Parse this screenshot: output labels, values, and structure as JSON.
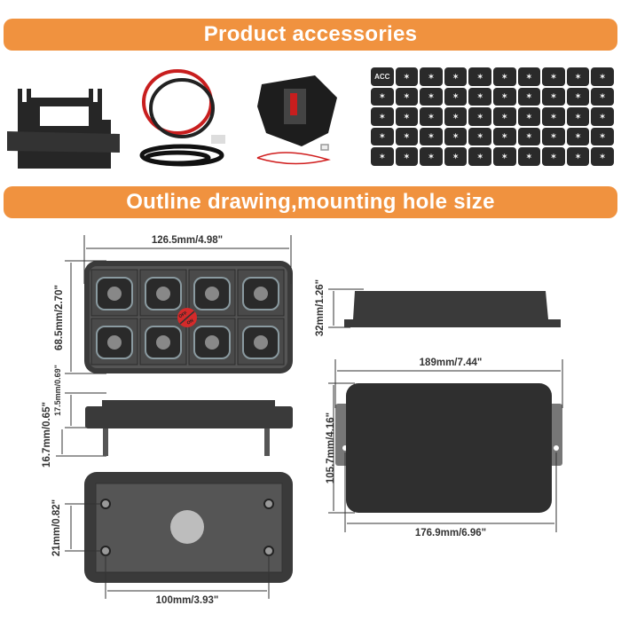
{
  "banners": {
    "accessories": "Product accessories",
    "outline": "Outline drawing,mounting hole size"
  },
  "accessories": [
    "mounting-bracket",
    "power-cable",
    "wiring-harness",
    "circuit-breaker",
    "red-wire-connector",
    "icon-sticker-sheet"
  ],
  "sticker_sheet": {
    "first_label": "ACC",
    "rows": 5,
    "cols": 10
  },
  "dimensions": {
    "width": "126.5mm/4.98\"",
    "height": "68.5mm/2.70\"",
    "depth": "17.5mm/0.69\"",
    "stud": "16.7mm/0.65\"",
    "hole_vertical": "21mm/0.82\"",
    "hole_horizontal": "100mm/3.93\"",
    "box_height": "32mm/1.26\"",
    "box_width": "189mm/7.44\"",
    "box_depth": "105.7mm/4.16\"",
    "box_hole_span": "176.9mm/6.96\""
  },
  "switch_label": {
    "off": "OFF",
    "on": "ON"
  },
  "colors": {
    "banner": "#f0923f",
    "body": "#3a3a3a",
    "switch": "#d42a2a"
  }
}
